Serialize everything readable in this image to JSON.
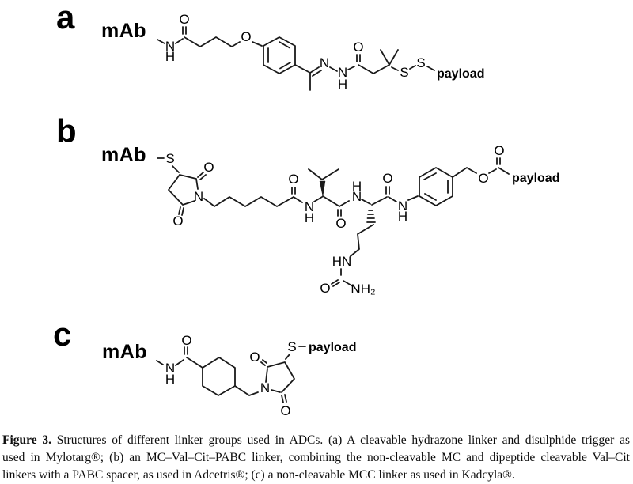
{
  "panels": [
    {
      "letter": "a",
      "antibody": "mAb",
      "payload": "payload"
    },
    {
      "letter": "b",
      "antibody": "mAb",
      "payload": "payload"
    },
    {
      "letter": "c",
      "antibody": "mAb",
      "payload": "payload"
    }
  ],
  "symbols": {
    "o": "O",
    "n": "N",
    "h": "H",
    "s": "S",
    "hn": "HN",
    "nh2": "NH₂"
  },
  "caption": {
    "bold_label": "Figure 3.",
    "line1_rest": " Structures of different linker groups used in ADCs. (a) A cleavable hydrazone linker and disulphide trigger as",
    "line2": "used in Mylotarg®; (b) an MC–Val–Cit–PABC linker, combining the non-cleavable MC and dipeptide cleavable Val–Cit",
    "line3": "linkers with a PABC spacer, as used in Adcetris®; (c) a non-cleavable MCC linker as used in Kadcyla®."
  },
  "colors": {
    "ink": "#1a1a1a",
    "background": "#ffffff"
  }
}
